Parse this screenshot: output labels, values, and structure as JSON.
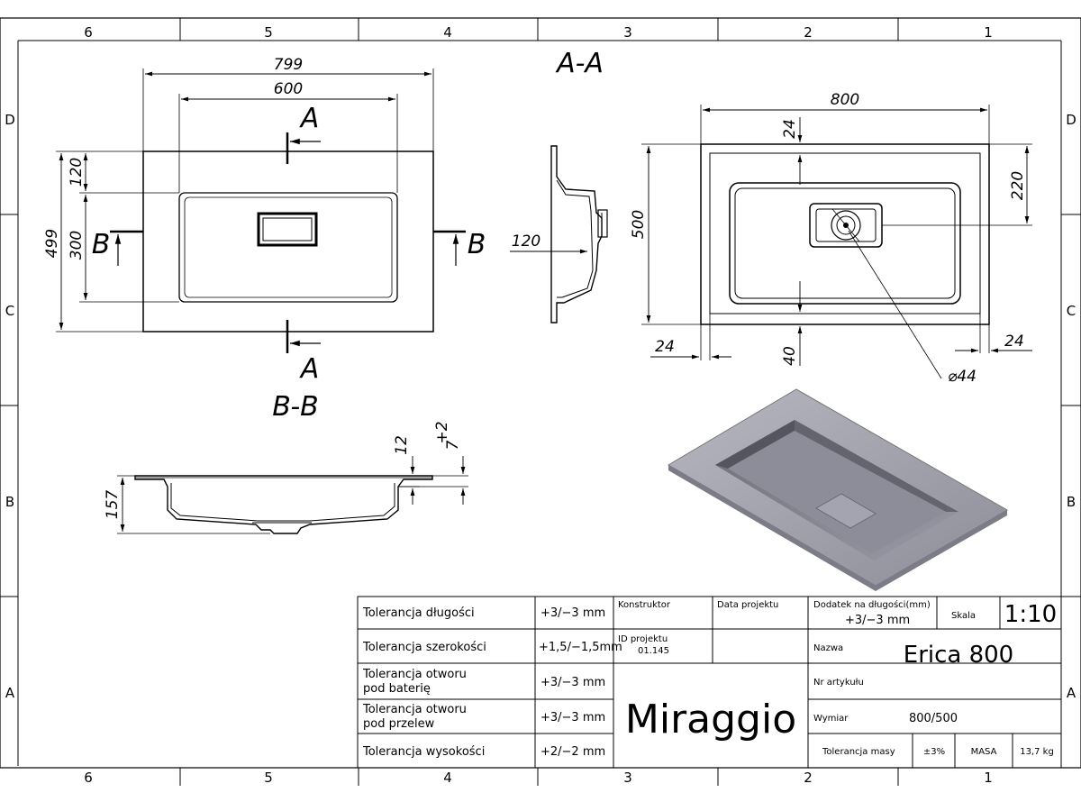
{
  "grid": {
    "columns": [
      "6",
      "5",
      "4",
      "3",
      "2",
      "1"
    ],
    "rows": [
      "D",
      "C",
      "B",
      "A"
    ]
  },
  "sections": {
    "aa": "A-A",
    "bb": "B-B",
    "a_mark": "A",
    "b_mark": "B"
  },
  "dimensions": {
    "top_overall_width": "799",
    "top_bowl_width": "600",
    "top_overall_depth": "499",
    "top_bowl_depth": "300",
    "top_front_margin": "120",
    "side_depth": "120",
    "plan_width": "800",
    "plan_top_margin": "24",
    "plan_drain_offset": "220",
    "plan_depth": "500",
    "plan_left_margin": "24",
    "plan_front_margin": "40",
    "plan_right_margin": "24",
    "drain_diameter": "⌀44",
    "bb_height": "157",
    "bb_rim": "12",
    "bb_slope": "7",
    "bb_slope_tol": "+2"
  },
  "title_block": {
    "tolerances": [
      {
        "label_lines": [
          "Tolerancja długości"
        ],
        "value": "+3/−3 mm"
      },
      {
        "label_lines": [
          "Tolerancja szerokości"
        ],
        "value": "+1,5/−1,5mm"
      },
      {
        "label_lines": [
          "Tolerancja otworu",
          "pod baterię"
        ],
        "value": "+3/−3 mm"
      },
      {
        "label_lines": [
          "Tolerancja otworu",
          "pod przelew"
        ],
        "value": "+3/−3 mm"
      },
      {
        "label_lines": [
          "Tolerancja wysokości"
        ],
        "value": "+2/−2 mm"
      }
    ],
    "konstruktor_label": "Konstruktor",
    "data_projektu_label": "Data projektu",
    "id_projektu_label": "ID projektu",
    "id_projektu_value": "01.145",
    "brand": "Miraggio",
    "dodatek_label": "Dodatek na długości(mm)",
    "dodatek_value": "+3/−3 mm",
    "skala_label": "Skala",
    "skala_value": "1:10",
    "nazwa_label": "Nazwa",
    "nazwa_value": "Erica 800",
    "nr_artykulu_label": "Nr artykułu",
    "wymiar_label": "Wymiar",
    "wymiar_value": "800/500",
    "tol_masy_label": "Tolerancja masy",
    "tol_masy_value": "±3%",
    "masa_label": "MASA",
    "masa_value": "13,7 kg"
  }
}
